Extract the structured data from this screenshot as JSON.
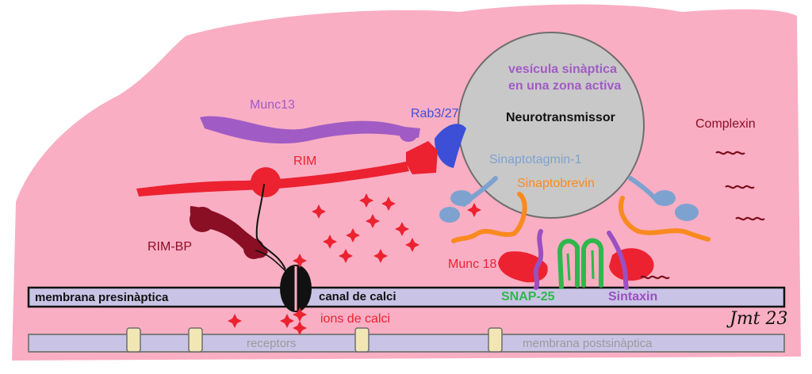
{
  "labels": {
    "vesicle_line1": "vesícula sinàptica",
    "vesicle_line2": "en una zona activa",
    "neurotransmitter": "Neurotransmissor",
    "munc13": "Munc13",
    "rab": "Rab3/27",
    "rim": "RIM",
    "rim_bp": "RIM-BP",
    "complexin": "Complexin",
    "synaptotagmin": "Sinaptotagmin-1",
    "synaptobrevin": "Sinaptobrevin",
    "munc18": "Munc 18",
    "snap25": "SNAP-25",
    "syntaxin": "Sintaxin",
    "presynaptic_membrane": "membrana presinàptica",
    "calcium_channel": "canal de calci",
    "calcium_ions": "ions de calci",
    "receptors": "receptors",
    "postsynaptic_membrane": "membrana postsinàptica",
    "signature": "Jmt 23"
  },
  "colors": {
    "cell": "#f9aec4",
    "membrane": "#c9c4e6",
    "vesicle": "#c8c8c8",
    "munc13": "#a05cc4",
    "rab": "#3d4fd6",
    "rim": "#ec2230",
    "rim_bp": "#8a0f24",
    "complexin": "#7d0f1e",
    "synaptotagmin": "#7ea2cf",
    "synaptobrevin": "#f98a1f",
    "snap25": "#2eb84a",
    "syntaxin": "#9b4fc0",
    "receptor": "#f2e6b4"
  }
}
